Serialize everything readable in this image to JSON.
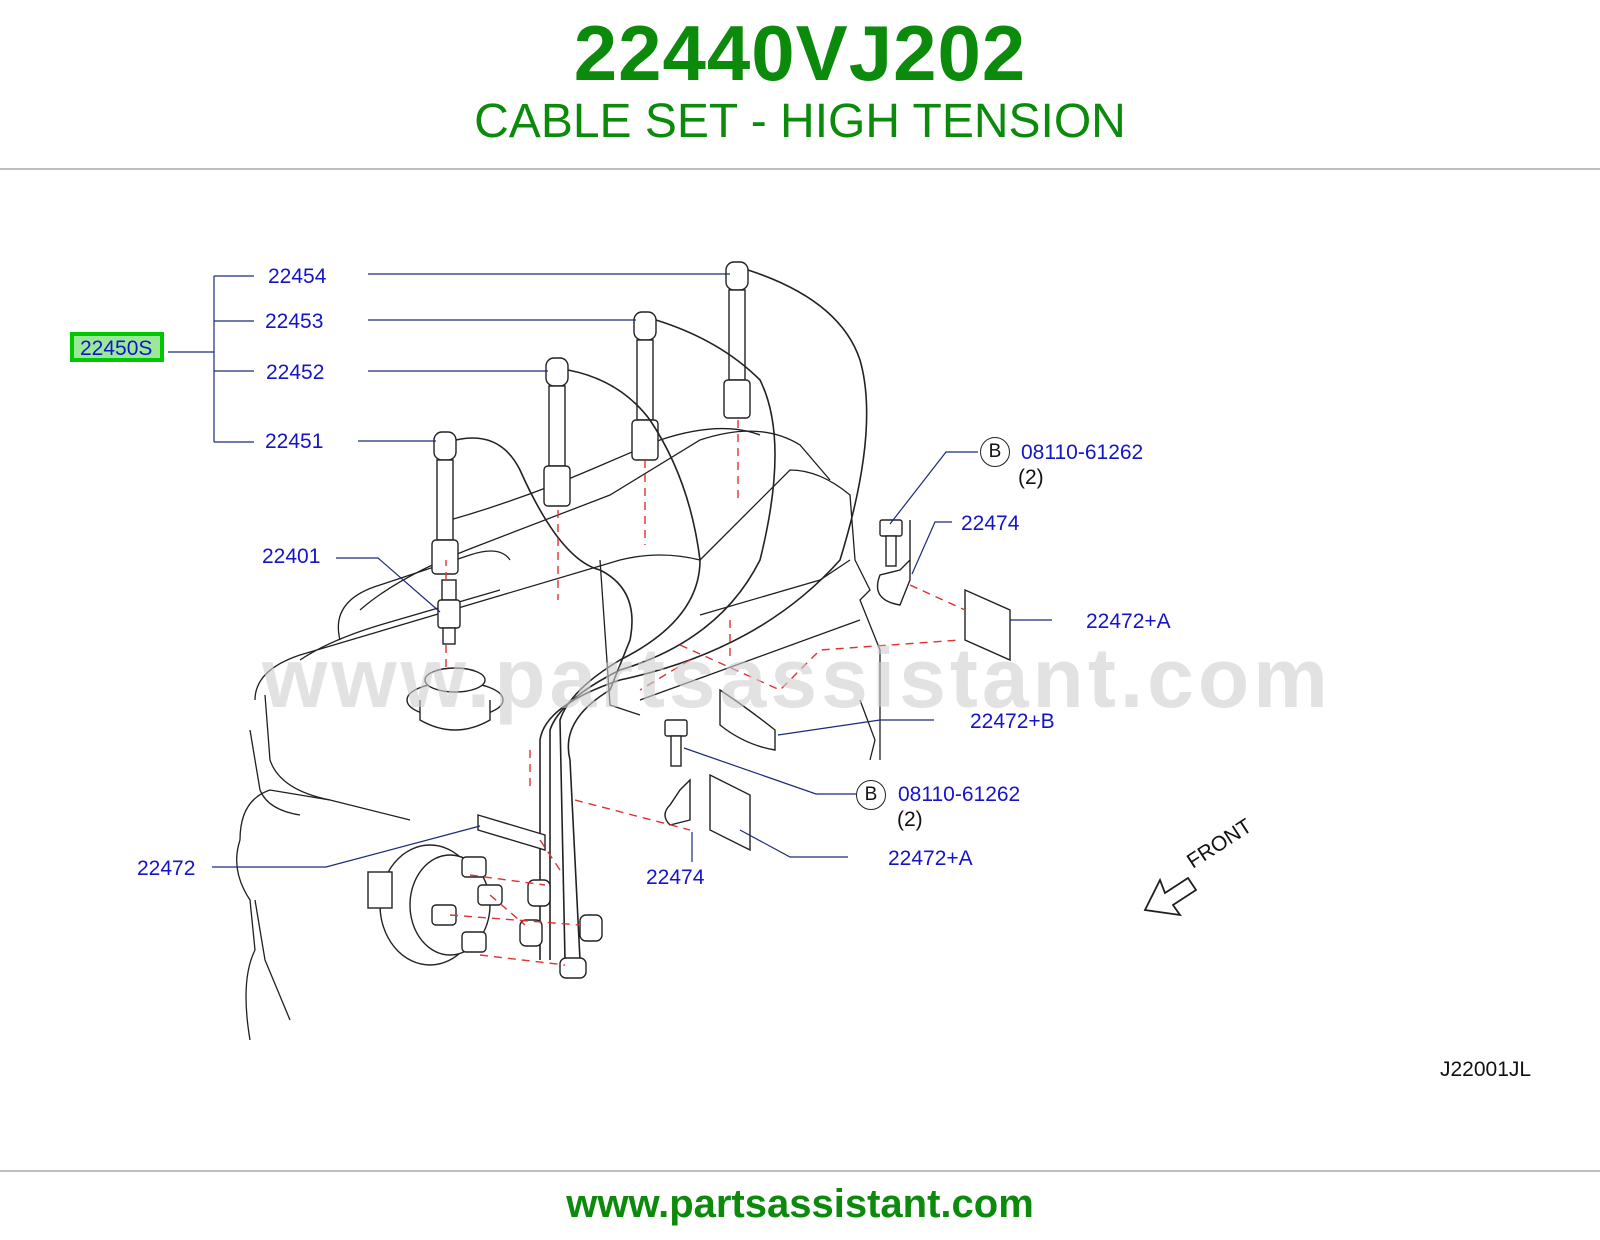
{
  "header": {
    "part_number": "22440VJ202",
    "description": "CABLE SET - HIGH TENSION"
  },
  "diagram": {
    "assembly_label": "22450S",
    "callouts": {
      "c22454": "22454",
      "c22453": "22453",
      "c22452": "22452",
      "c22451": "22451",
      "c22401": "22401",
      "c08110_top": "08110-61262",
      "c08110_top_qty": "(2)",
      "c22474_top": "22474",
      "c22472a_top": "22472+A",
      "c22472b": "22472+B",
      "c08110_mid": "08110-61262",
      "c08110_mid_qty": "(2)",
      "c22472a_mid": "22472+A",
      "c22472": "22472",
      "c22474_bottom": "22474"
    },
    "bolt_marker": "B",
    "front_label": "FRONT",
    "diagram_code": "J22001JL",
    "watermark": "www.partsassistant.com"
  },
  "footer": {
    "url": "www.partsassistant.com"
  },
  "colors": {
    "title_green": "#0b8a0b",
    "callout_blue": "#1414c8",
    "highlight_fill": "#9be89b",
    "highlight_border": "#00c800",
    "leader_line": "#1a2a7a",
    "dash_red": "#e03030"
  }
}
